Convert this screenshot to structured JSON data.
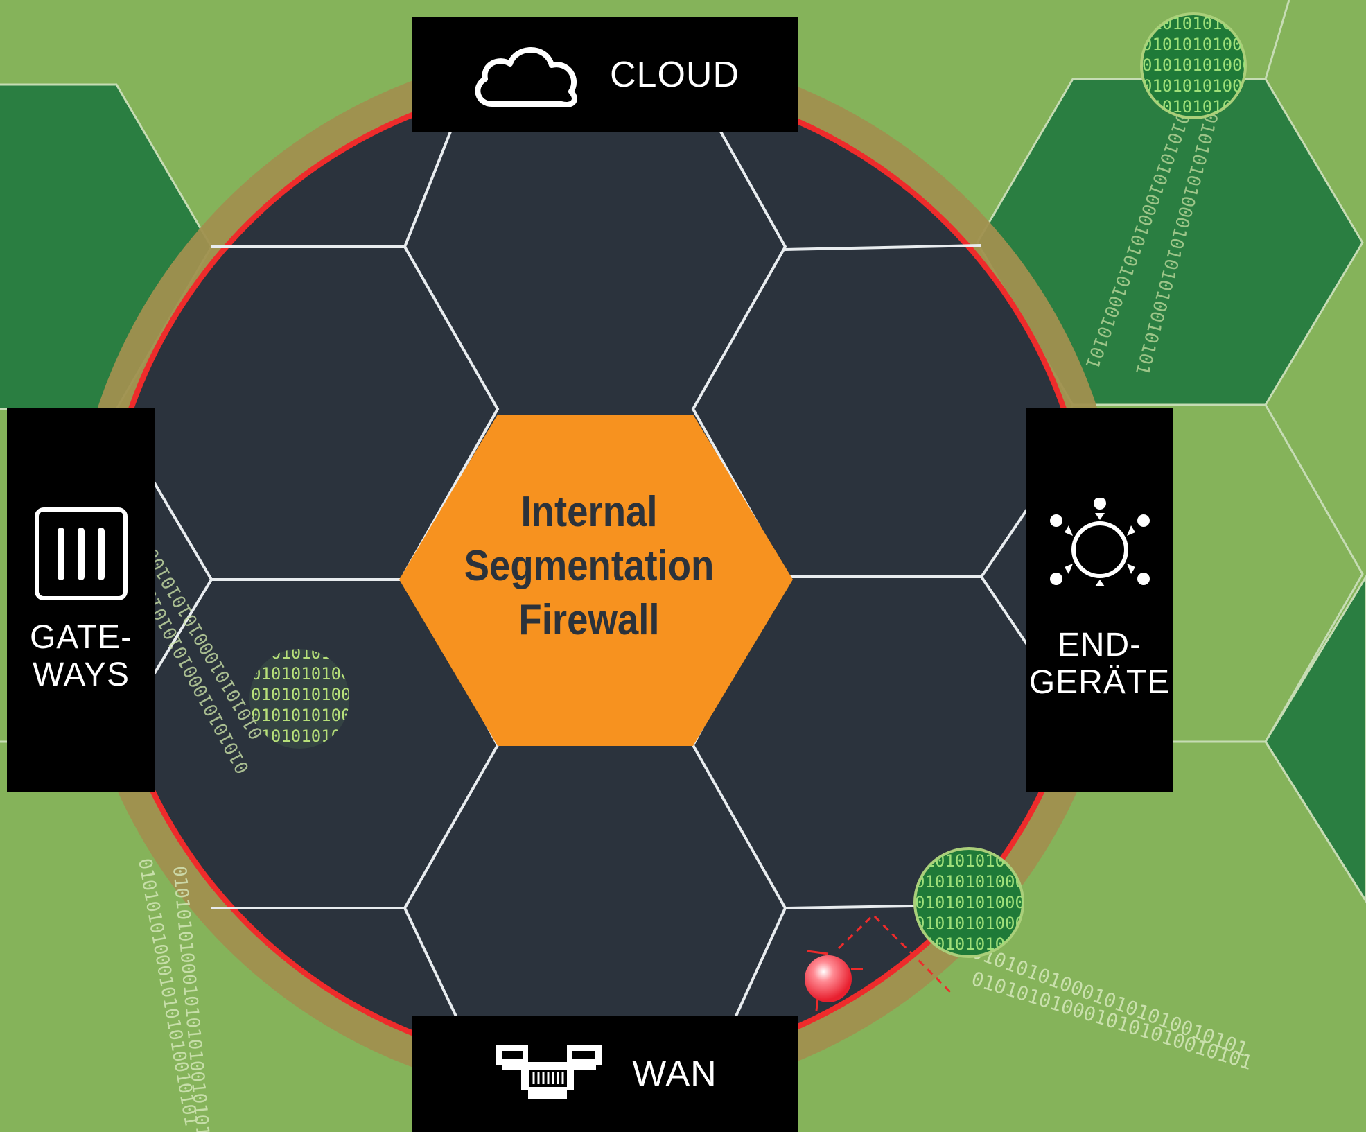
{
  "center": {
    "lines": [
      "Internal",
      "Segmentation",
      "Firewall"
    ]
  },
  "labels": {
    "cloud": "CLOUD",
    "wan": "WAN",
    "gateways": [
      "GATE-",
      "WAYS"
    ],
    "endgeraete": [
      "END-",
      "GERÄTE"
    ]
  },
  "icons": {
    "cloud": "cloud-icon",
    "wan": "network-ports-icon",
    "gateways": "firewall-appliance-icon",
    "endgeraete": "devices-hub-icon",
    "threat": "virus-icon"
  },
  "binary_stream": {
    "text": "0101010100010101010010101"
  },
  "colors": {
    "background": "#85b35a",
    "dark_hex": "#2b333d",
    "center_hex": "#f7921f",
    "green_hex": "#2a7e41",
    "ring_outer": "#a0904f",
    "ring_red": "#ee2b2b",
    "label_bg": "#000000",
    "threat": "#ff3344"
  }
}
